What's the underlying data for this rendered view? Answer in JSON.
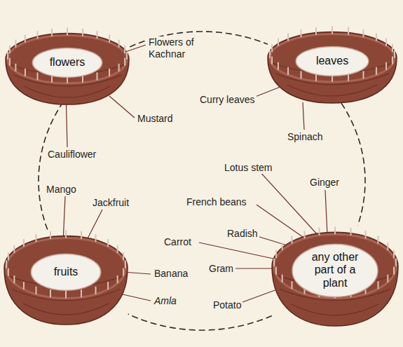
{
  "diagram": {
    "nodes": [
      {
        "text": [
          "flowers"
        ]
      },
      {
        "text": [
          "leaves"
        ]
      },
      {
        "text": [
          "fruits"
        ]
      },
      {
        "text": [
          "any other part of a plant"
        ]
      }
    ],
    "edges": [
      {
        "from": 0,
        "to": 1,
        "arrow": "none"
      },
      {
        "from": 1,
        "to": 3,
        "arrow": "none"
      },
      {
        "from": 3,
        "to": 2,
        "arrow": "none"
      },
      {
        "from": 2,
        "to": 0,
        "arrow": "none"
      }
    ],
    "labels": [
      "Flowers of Kachnar",
      "Mustard",
      "Cauliflower",
      "Curry leaves",
      "Spinach",
      "Lotus stem",
      "Ginger",
      "French beans",
      "Radish",
      "Carrot",
      "Gram",
      "Potato",
      "Mango",
      "Jackfruit",
      "Banana",
      "Amla"
    ]
  }
}
